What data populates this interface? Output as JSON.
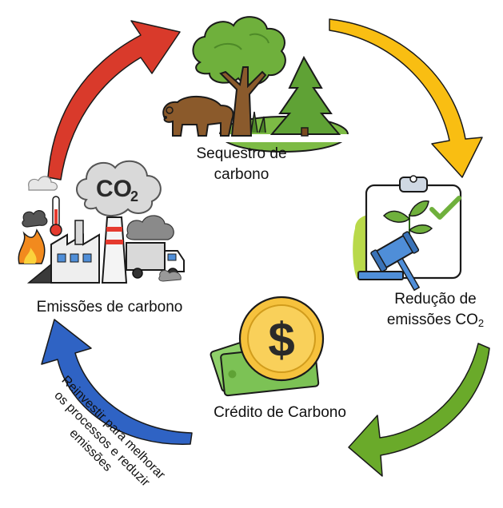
{
  "nodes": {
    "sequestro": {
      "line1": "Sequestro de",
      "line2": "carbono"
    },
    "emissoes": {
      "line1": "Emissões de carbono"
    },
    "reducao": {
      "line1": "Redução de",
      "line2": "emissões CO",
      "subscript": "2"
    },
    "credito": {
      "line1": "Crédito de Carbono"
    }
  },
  "edge_label": {
    "line1": "Reinvestir para melhorar",
    "line2": "os processos e reduzir",
    "line3": "emissões"
  },
  "icon_text": {
    "co2_main": "CO",
    "co2_sub": "2",
    "dollar": "$"
  },
  "colors": {
    "arrow_red": "#d93a2b",
    "arrow_yellow": "#f9be12",
    "arrow_green": "#6aaa2a",
    "arrow_blue": "#2f63c4",
    "tree_green": "#6fb03c",
    "coin_yellow": "#f6c23d",
    "gavel_blue": "#4f8ed8"
  },
  "icons": [
    "trees-bear-icon",
    "factory-co2-icon",
    "gavel-clipboard-icon",
    "dollar-coin-icon"
  ]
}
